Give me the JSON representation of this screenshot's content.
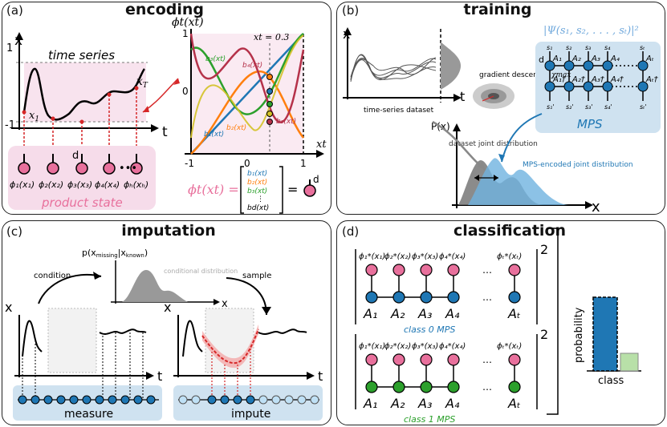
{
  "panels": {
    "a": {
      "label": "(a)",
      "title": "encoding",
      "axis_x": "x",
      "axis_t": "t",
      "tick_1": "1",
      "tick_m1": "-1",
      "series_label": "time series",
      "x1": "x",
      "x1_sub": "1",
      "xT": "x",
      "xT_sub": "T",
      "d_label": "d",
      "dots": "•••",
      "product_state": "product state",
      "phi_labels": [
        "ϕ₁(x₁)",
        "ϕ₂(x₂)",
        "ϕ₃(x₃)",
        "ϕ₄(x₄)",
        "ϕₕ(xₕ)"
      ],
      "basis_ylabel": "ϕt(xt)",
      "basis_xt_label": "xt = 0.3",
      "basis_xlabel": "xt",
      "basis_ticks": [
        "-1",
        "0",
        "1"
      ],
      "basis_yticks": [
        "1",
        "0"
      ],
      "basis_labels": [
        "b₁(xt)",
        "b₂(xt)",
        "b₃(xt)",
        "b₄(xt)",
        "b₅(xt)"
      ],
      "vector_eq_lhs": "ϕt(xt) =",
      "vector_entries": [
        "b₁(xt)",
        "b₂(xt)",
        "b₃(xt)",
        "⋮",
        "bd(xt)"
      ],
      "eq": "=",
      "d_label2": "d"
    },
    "b": {
      "label": "(b)",
      "title": "training",
      "axis_x": "x",
      "axis_t": "t",
      "dataset_label": "time-series dataset",
      "gradient_label": "gradient descent",
      "psi_label": "|Ψ(s₁, s₂, . . . , sₜ)|²",
      "mps_label": "MPS",
      "chi_label": "χmax",
      "d_label": "d",
      "top_s": [
        "s₁",
        "s₂",
        "s₃",
        "s₄",
        "sₜ"
      ],
      "top_A": [
        "A₁",
        "A₂",
        "A₃",
        "A₄",
        "Aₜ"
      ],
      "bot_A": [
        "A₁†",
        "A₂†",
        "A₃†",
        "A₄†",
        "Aₜ†"
      ],
      "bot_s": [
        "s₁'",
        "s₂'",
        "s₃'",
        "s₄'",
        "sₜ'"
      ],
      "px_label": "P(x)",
      "joint_label": "dataset joint distribution",
      "mps_joint_label": "MPS-encoded joint distribution",
      "xaxis": "x"
    },
    "c": {
      "label": "(c)",
      "title": "imputation",
      "condition": "condition",
      "sample": "sample",
      "p_label": "p(x",
      "p_missing": "missing",
      "p_bar": "|x",
      "p_known": "known",
      "p_close": ")",
      "cond_dist": "conditional distribution",
      "axis_x": "x",
      "axis_t": "t",
      "measure": "measure",
      "impute": "impute"
    },
    "d": {
      "label": "(d)",
      "title": "classification",
      "phi_star": [
        "ϕ₁*(x₁)",
        "ϕ₂*(x₂)",
        "ϕ₃*(x₃)",
        "ϕ₄*(x₄)",
        "ϕₜ*(xₜ)"
      ],
      "A_labels": [
        "A₁",
        "A₂",
        "A₃",
        "A₄",
        "Aₜ"
      ],
      "class0": "class 0 MPS",
      "class1": "class 1 MPS",
      "power": "2",
      "dots": "…",
      "ylabel": "probability",
      "xlabel": "class",
      "bar_values": [
        0.92,
        0.22
      ]
    }
  },
  "colors": {
    "pink": "#e8709c",
    "blue": "#1f77b4",
    "green": "#2ca02c",
    "lightblue": "#cfe2f0",
    "lightpink": "#f6dcea",
    "red": "#d62728",
    "gray": "#888888"
  }
}
